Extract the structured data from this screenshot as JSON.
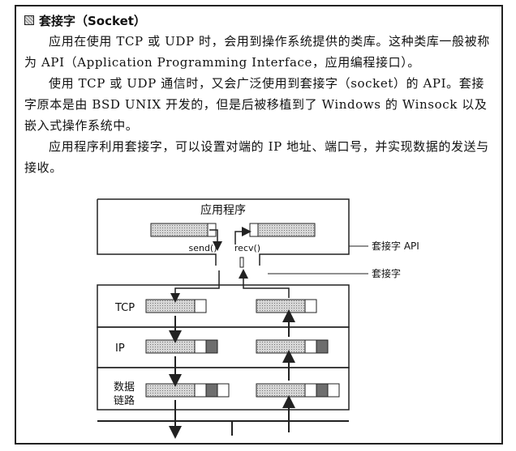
{
  "section": {
    "title": "套接字（Socket）",
    "paragraphs": [
      "应用在使用 TCP 或 UDP 时，会用到操作系统提供的类库。这种类库一般被称为 API（Application Programming Interface，应用编程接口）。",
      "使用 TCP 或 UDP 通信时，又会广泛使用到套接字（socket）的 API。套接字原本是由 BSD UNIX 开发的，但是后被移植到了 Windows 的 Winsock 以及嵌入式操作系统中。",
      "应用程序利用套接字，可以设置对端的 IP 地址、端口号，并实现数据的发送与接收。"
    ]
  },
  "diagram": {
    "app_label": "应用程序",
    "send_label": "send()",
    "recv_label": "recv()",
    "socket_api_label": "套接字 API",
    "socket_label": "套接字",
    "layers": [
      "TCP",
      "IP",
      "数据\n链路"
    ],
    "colors": {
      "stroke": "#222222",
      "fill_gray": "#c8c8c8",
      "fill_dark": "#6e6e6e"
    }
  }
}
